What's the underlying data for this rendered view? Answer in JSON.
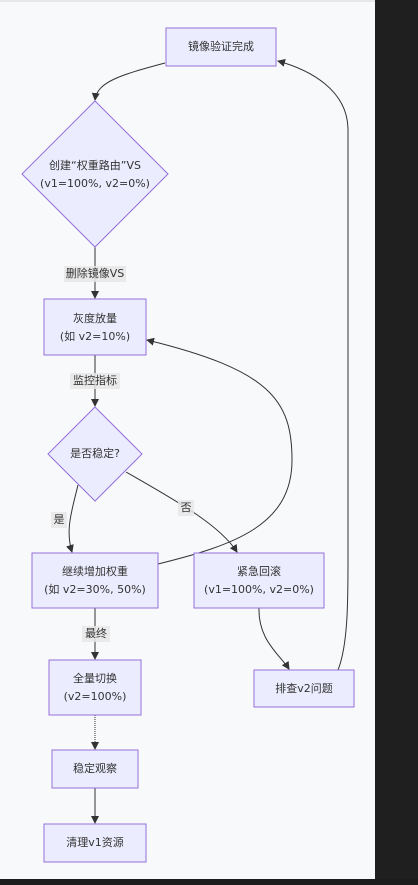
{
  "nodes": {
    "mirror_done": {
      "lines": [
        "镜像验证完成"
      ]
    },
    "create_vs": {
      "lines": [
        "创建“权重路由”VS",
        "(v1=100%, v2=0%)"
      ]
    },
    "canary": {
      "lines": [
        "灰度放量",
        "(如 v2=10%)"
      ]
    },
    "stable_q": {
      "lines": [
        "是否稳定?"
      ]
    },
    "increase": {
      "lines": [
        "继续增加权重",
        "(如 v2=30%, 50%)"
      ]
    },
    "rollback": {
      "lines": [
        "紧急回滚",
        "(v1=100%, v2=0%)"
      ]
    },
    "full_switch": {
      "lines": [
        "全量切换",
        "(v2=100%)"
      ]
    },
    "investigate": {
      "lines": [
        "排查v2问题"
      ]
    },
    "observe": {
      "lines": [
        "稳定观察"
      ]
    },
    "cleanup": {
      "lines": [
        "清理v1资源"
      ]
    }
  },
  "edge_labels": {
    "delete_mirror": "删除镜像VS",
    "monitor": "监控指标",
    "yes": "是",
    "no": "否",
    "final": "最终"
  }
}
